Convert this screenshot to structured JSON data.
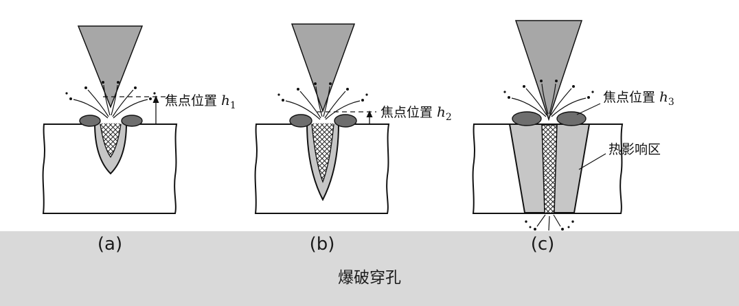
{
  "figure": {
    "caption": "爆破穿孔",
    "panels": [
      {
        "caption": "(a)",
        "focus": {
          "label": "焦点位置",
          "var": "h",
          "sub": "1"
        }
      },
      {
        "caption": "(b)",
        "focus": {
          "label": "焦点位置",
          "var": "h",
          "sub": "2"
        }
      },
      {
        "caption": "(c)",
        "focus": {
          "label": "焦点位置",
          "var": "h",
          "sub": "3"
        },
        "haz_label": "热影响区"
      }
    ],
    "colors": {
      "beam": "#a7a7a7",
      "melt": "#c6c6c6",
      "spatter": "#6e6e6e",
      "band": "#d9d9d9",
      "line": "#111111"
    }
  }
}
